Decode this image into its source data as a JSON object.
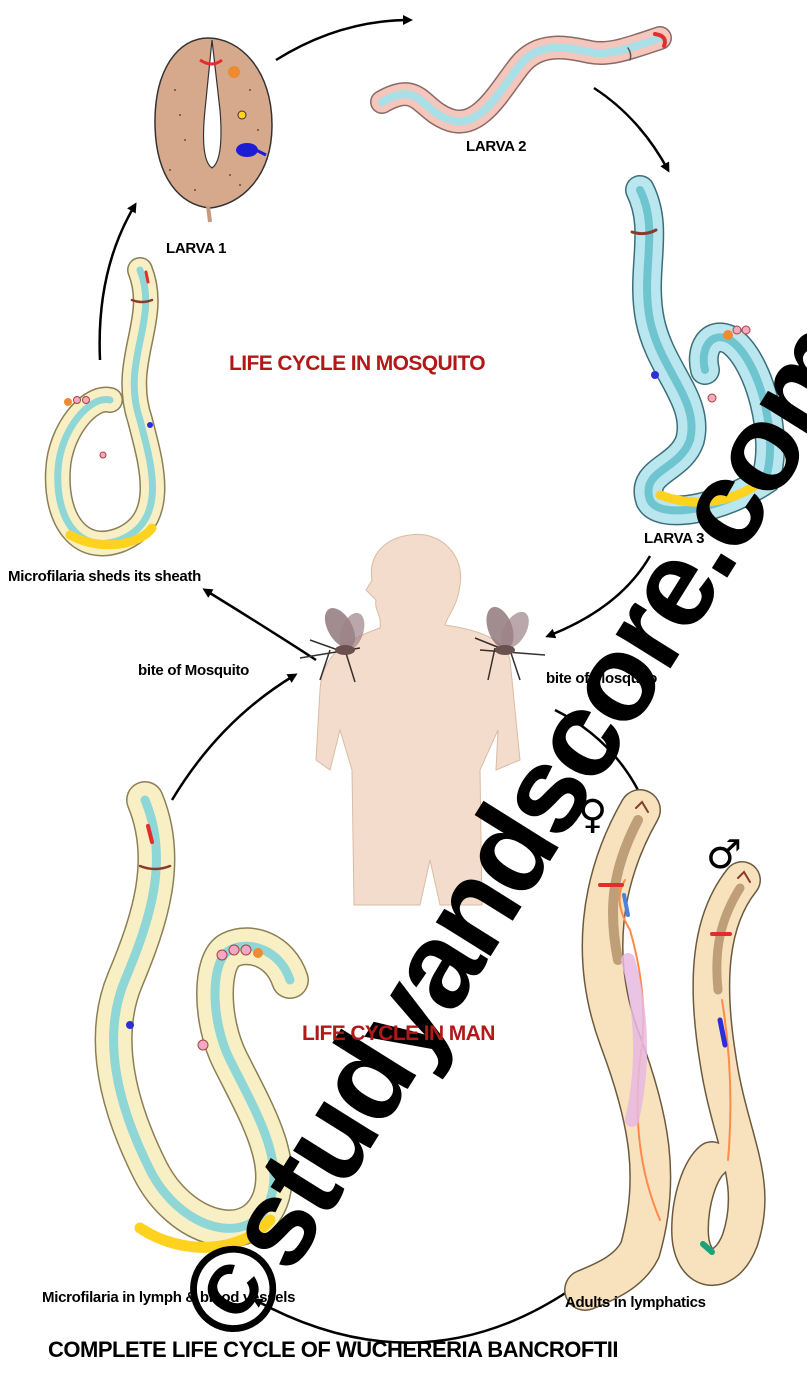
{
  "labels": {
    "larva1": "LARVA 1",
    "larva2": "LARVA 2",
    "larva3": "LARVA 3",
    "mosquito_cycle": "LIFE CYCLE IN MOSQUITO",
    "man_cycle": "LIFE CYCLE IN MAN",
    "sheds_sheath": "Microfilaria sheds its sheath",
    "bite_left": "bite of Mosquito",
    "bite_right": "bite of Mosquito",
    "microfilaria_vessels": "Microfilaria in lymph & blood vessels",
    "adults": "Adults in lymphatics",
    "title": "COMPLETE LIFE CYCLE OF WUCHERERIA BANCROFTII"
  },
  "symbols": {
    "female": "♀",
    "male": "♂"
  },
  "watermark": {
    "text": "©studyandscore.com"
  },
  "colors": {
    "red_label": "#b21818",
    "skin": "#f3dccb",
    "larva1_body": "#d7a98c",
    "larva2_body": "#f4c6bc",
    "larva2_core": "#a9dfe6",
    "larva3_body": "#b9e6ef",
    "sheath": "#f8f0c4",
    "canal": "#8fd6d6",
    "tail_yellow": "#ffd21f",
    "worm_red": "#e52b2b",
    "nucleus_blue": "#2d2dd9",
    "adult_body": "#f7e2bd",
    "adult_gut": "#bf9f77",
    "ovary": "#e8b8e0"
  }
}
